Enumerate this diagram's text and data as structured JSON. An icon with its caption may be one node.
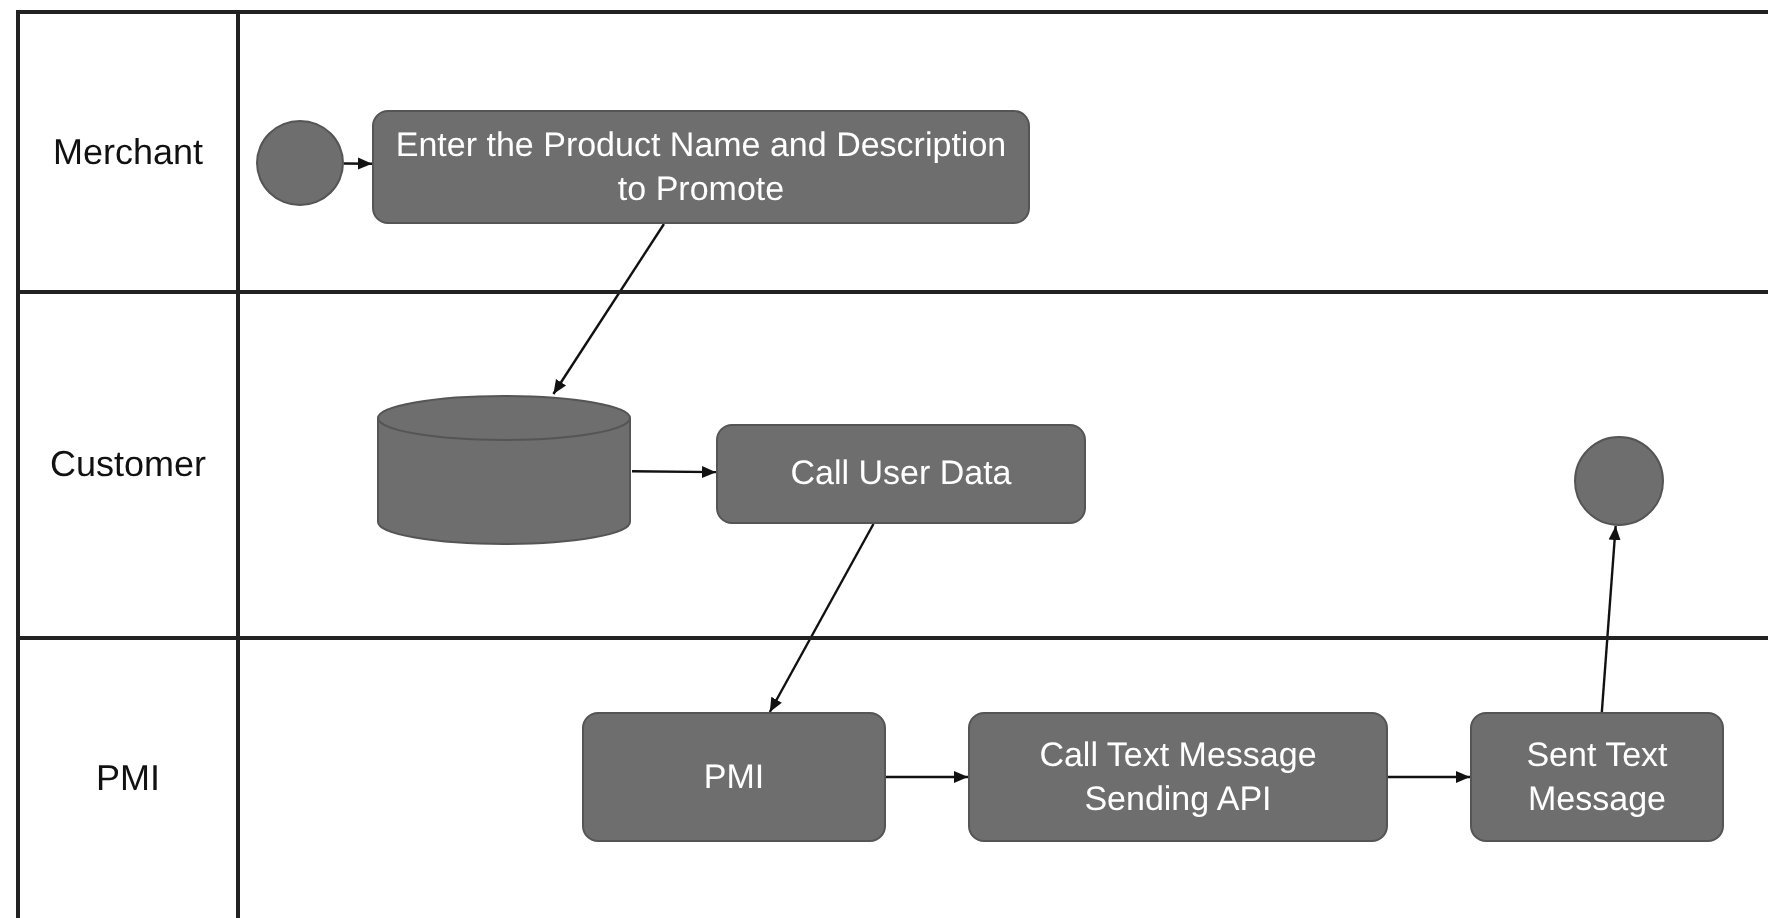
{
  "diagram": {
    "nodes": [
      {
        "text": [
          "Merchant"
        ]
      },
      {
        "text": [],
        "shape": "circle",
        "in": 0
      },
      {
        "text": [
          "Enter the Product Name and Description to Promote"
        ],
        "in": 0
      },
      {
        "text": [
          "Customer"
        ]
      },
      {
        "text": [],
        "shape": "cylinder",
        "in": 3
      },
      {
        "text": [
          "Call User Data"
        ],
        "in": 3
      },
      {
        "text": [],
        "shape": "circle",
        "in": 3
      },
      {
        "text": [
          "PMI"
        ]
      },
      {
        "text": [
          "PMI"
        ],
        "in": 7
      },
      {
        "text": [
          "Call Text Message Sending API"
        ],
        "in": 7
      },
      {
        "text": [
          "Sent Text Message"
        ],
        "in": 7
      }
    ],
    "edges": [
      {
        "from": 1,
        "to": 2,
        "arrow": "to"
      },
      {
        "from": 2,
        "to": 4,
        "arrow": "to"
      },
      {
        "from": 4,
        "to": 5,
        "arrow": "to"
      },
      {
        "from": 5,
        "to": 8,
        "arrow": "to"
      },
      {
        "from": 8,
        "to": 9,
        "arrow": "to"
      },
      {
        "from": 9,
        "to": 10,
        "arrow": "to"
      },
      {
        "from": 10,
        "to": 6,
        "arrow": "to"
      }
    ]
  }
}
